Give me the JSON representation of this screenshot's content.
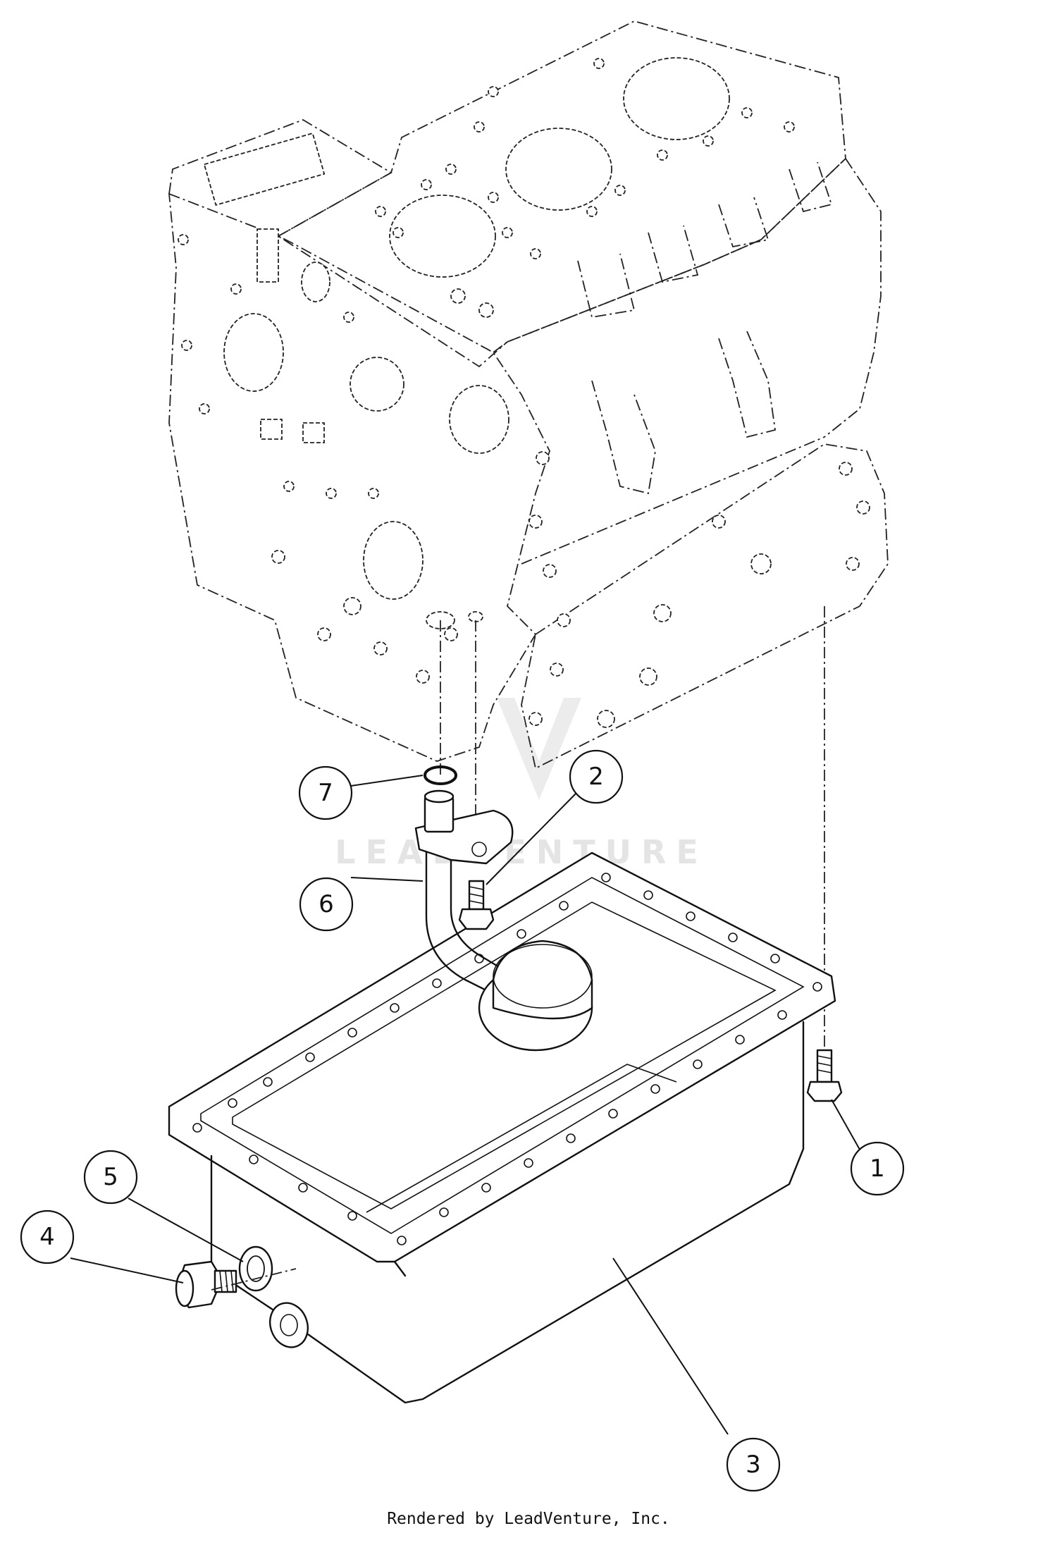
{
  "diagram": {
    "watermark_text": "LEADVENTURE",
    "callouts": [
      {
        "id": "1",
        "label": "1"
      },
      {
        "id": "2",
        "label": "2"
      },
      {
        "id": "3",
        "label": "3"
      },
      {
        "id": "4",
        "label": "4"
      },
      {
        "id": "5",
        "label": "5"
      },
      {
        "id": "6",
        "label": "6"
      },
      {
        "id": "7",
        "label": "7"
      }
    ]
  },
  "footer": {
    "credit": "Rendered by LeadVenture, Inc."
  }
}
